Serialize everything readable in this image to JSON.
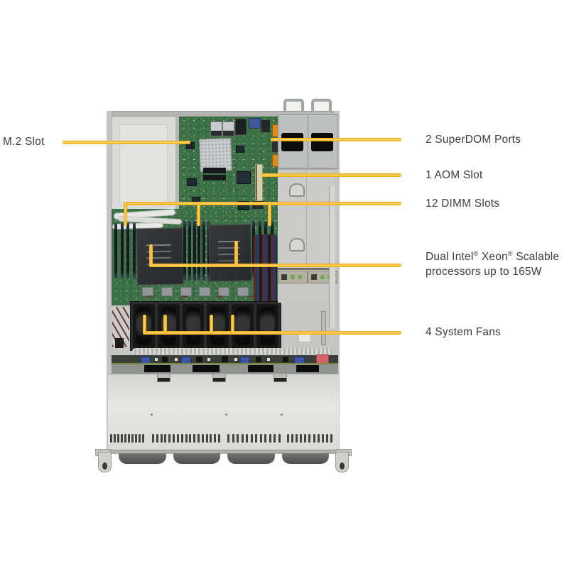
{
  "callouts": {
    "m2": {
      "label": "M.2 Slot"
    },
    "superdom": {
      "label": "2 SuperDOM Ports"
    },
    "aom": {
      "label": "1 AOM Slot"
    },
    "dimm": {
      "label": "12 DIMM Slots"
    },
    "xeon": {
      "p1": "Dual Intel",
      "r1": "®",
      "p2": " Xeon",
      "r2": "®",
      "p3": " Scalable",
      "line2": "processors up to 165W"
    },
    "fans": {
      "label": "4 System Fans"
    }
  },
  "colors": {
    "callout_line": "#F2A90D",
    "callout_line_highlight": "#FFD763",
    "label_text": "#3D3D3F",
    "pcb_green": "#3D7047",
    "chassis_gray": "#D5D6D4",
    "superdom_orange": "#E0891B"
  },
  "diagram": {
    "dimm_groups": [
      4,
      6,
      4
    ],
    "fan_cells": 6,
    "chokes": 6,
    "vent_groups": [
      10,
      17,
      12,
      11
    ],
    "drive_bumps": 4
  }
}
